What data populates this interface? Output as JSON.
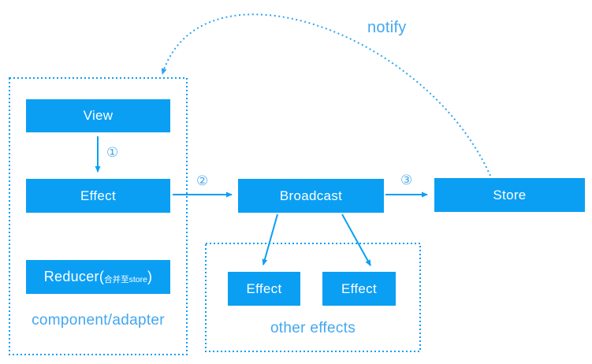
{
  "colors": {
    "primary_blue": "#0b9ff4",
    "soft_label_blue": "#43a7f0",
    "node_text": "#ffffff",
    "background": "#ffffff"
  },
  "nodes": {
    "view": {
      "label": "View"
    },
    "effect_main": {
      "label": "Effect"
    },
    "reducer": {
      "prefix": "Reducer(",
      "note": "合并至store",
      "suffix": ")"
    },
    "broadcast": {
      "label": "Broadcast"
    },
    "store": {
      "label": "Store"
    },
    "other_effect_left": {
      "label": "Effect"
    },
    "other_effect_right": {
      "label": "Effect"
    }
  },
  "groups": {
    "component_adapter": {
      "label": "component/adapter"
    },
    "other_effects": {
      "label": "other effects"
    }
  },
  "annotations": {
    "notify": "notify",
    "step_1": "①",
    "step_2": "②",
    "step_3": "③"
  },
  "edges": [
    {
      "from": "view",
      "to": "effect_main",
      "step": "①",
      "style": "solid"
    },
    {
      "from": "effect_main",
      "to": "broadcast",
      "step": "②",
      "style": "solid"
    },
    {
      "from": "broadcast",
      "to": "store",
      "step": "③",
      "style": "solid"
    },
    {
      "from": "broadcast",
      "to": "other_effect_left",
      "style": "solid"
    },
    {
      "from": "broadcast",
      "to": "other_effect_right",
      "style": "solid"
    },
    {
      "from": "store",
      "to": "component_adapter",
      "label": "notify",
      "style": "dotted-curve"
    }
  ]
}
